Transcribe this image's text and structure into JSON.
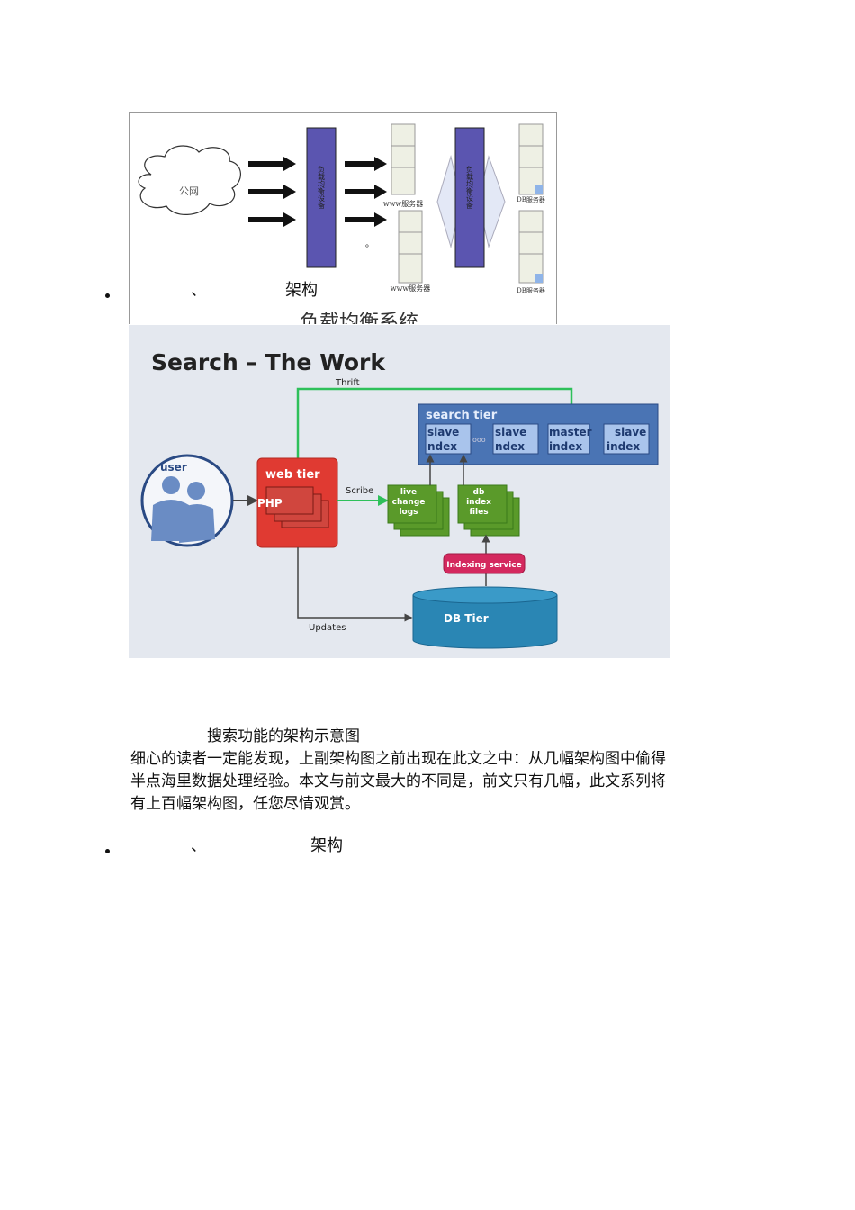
{
  "list_item_1": {
    "separator": "、",
    "label": "架构"
  },
  "diagram_load_balancing": {
    "cloud_label": "公网",
    "lb_device_label": "负载均衡设备",
    "www_server_label": "www服务器",
    "db_server_label": "DB服务器",
    "dot": "。",
    "caption": "负载均衡系统"
  },
  "diagram_search": {
    "title": "Search – The Work",
    "thrift_label": "Thrift",
    "search_tier_label": "search tier",
    "index_boxes": [
      {
        "line1": "slave",
        "line2": "ndex"
      },
      {
        "line1": "slave",
        "line2": "ndex"
      },
      {
        "line1": "master",
        "line2": "index"
      },
      {
        "line1": "slave",
        "line2": "index"
      }
    ],
    "ellipsis": "ooo",
    "user_label": "user",
    "web_tier_label": "web tier",
    "php_label": "PHP",
    "scribe_label": "Scribe",
    "live_logs": [
      "live",
      "change",
      "logs"
    ],
    "db_files": [
      "db",
      "index",
      "files"
    ],
    "indexing_service_label": "Indexing service",
    "db_tier_label": "DB Tier",
    "updates_label": "Updates",
    "colors": {
      "background": "#e4e8ef",
      "search_tier": "#4a74b4",
      "web_tier": "#e03a32",
      "green": "#5a9a2a",
      "indexing": "#d4285e",
      "db": "#2a86b4",
      "arrow_green": "#2ec05a"
    }
  },
  "caption": "搜索功能的架构示意图",
  "paragraph": [
    "细心的读者一定能发现，上副架构图之前出现在此文之中：从几幅架构图中偷得",
    "半点海里数据处理经验。本文与前文最大的不同是，前文只有几幅，此文系列将",
    "有上百幅架构图，任您尽情观赏。"
  ],
  "list_item_2": {
    "separator": "、",
    "label": "架构"
  }
}
